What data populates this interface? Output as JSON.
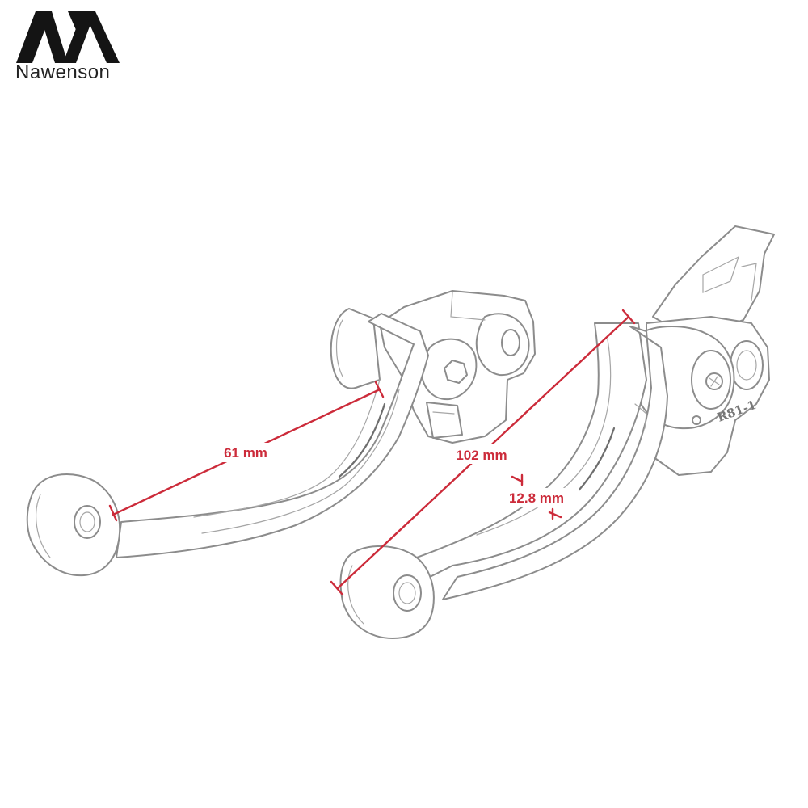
{
  "brand": {
    "name": "Nawenson",
    "logo_icon": "nawenson-logo-icon",
    "logo_color": "#141414"
  },
  "part_marking": "R81-1",
  "dimensions": {
    "color": "#cc2b3a",
    "lever_reach": "61 mm",
    "lever_length": "102 mm",
    "blade_width": "12.8 mm"
  }
}
